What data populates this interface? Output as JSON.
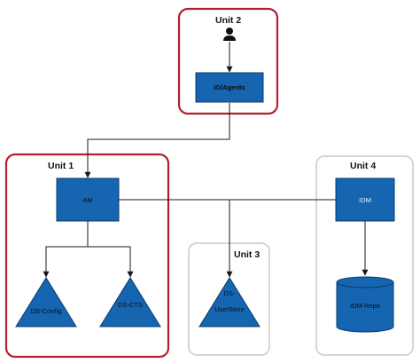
{
  "units": {
    "unit2": {
      "label": "Unit 2",
      "border_color": "#b3202f"
    },
    "unit1": {
      "label": "Unit 1",
      "border_color": "#b3202f"
    },
    "unit3": {
      "label": "Unit 3",
      "border_color": "#d6d6d6"
    },
    "unit4": {
      "label": "Unit 4",
      "border_color": "#d6d6d6"
    }
  },
  "nodes": {
    "user": {
      "icon": "user-icon"
    },
    "ig_agents": {
      "label": "IG/Agents",
      "shape": "rectangle"
    },
    "am": {
      "label": "AM",
      "shape": "rectangle"
    },
    "idm": {
      "label": "IDM",
      "shape": "rectangle"
    },
    "ds_config": {
      "label": "DS-Config",
      "shape": "triangle"
    },
    "ds_cts": {
      "label": "DS-CTS",
      "shape": "triangle"
    },
    "ds_userstore": {
      "label_line1": "DS-",
      "label_line2": "UserStore",
      "shape": "triangle"
    },
    "idm_repo": {
      "label": "IDM Repo",
      "shape": "cylinder"
    }
  },
  "colors": {
    "node_fill": "#1565b0",
    "node_stroke": "#0b3a6e",
    "line": "#1a1a1a",
    "unit_prod_border": "#b3202f",
    "unit_other_border": "#d6d6d6"
  }
}
